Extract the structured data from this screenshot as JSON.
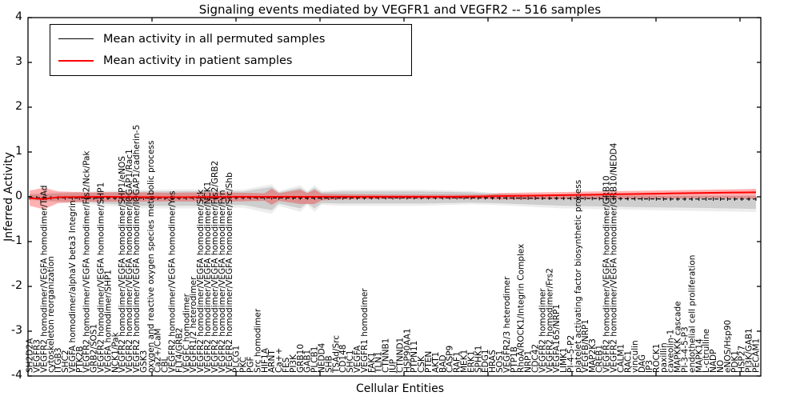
{
  "header": {
    "title": "Signaling events mediated by VEGFR1 and VEGFR2 -- 516 samples"
  },
  "axes": {
    "xlabel": "Cellular Entities",
    "ylabel": "Inferred Activity"
  },
  "legend": {
    "items": [
      {
        "label": "Mean activity in all permuted samples",
        "color": "#000000",
        "weight": 1.5
      },
      {
        "label": "Mean activity in patient samples",
        "color": "#ff0000",
        "weight": 2
      }
    ]
  },
  "chart_data": {
    "type": "line",
    "title": "Signaling events mediated by VEGFR1 and VEGFR2 -- 516 samples",
    "xlabel": "Cellular Entities",
    "ylabel": "Inferred Activity",
    "ylim": [
      -4,
      4
    ],
    "yticks": [
      4,
      3,
      2,
      1,
      0,
      -1,
      -2,
      -3,
      -4
    ],
    "grid": false,
    "legend_position": "upper-left",
    "n_points": 103,
    "categories": [
      "SH2D2A",
      "VEGFR3",
      "VEGFR2 homodimer/VEGFA homodimer/TsAd",
      "cytoskeleton reorganization",
      "ITGB3",
      "SHC2",
      "VEGFA homodimer/alphaV beta3 Integrin",
      "PTK2B",
      "VEGFR2 homodimer/VEGFA homodimer/Frs2/Nck/Pak",
      "GRB2/SOS1",
      "VEGFR2 homodimer/VEGFA homodimer/SHP1",
      "VEGFA homodimer/SHP1",
      "NCK1/Pak",
      "VEGFR2 homodimer/VEGFA homodimer/SHP1/eNOS",
      "VEGFR2 homodimer/VEGFA homodimer/IQGAP1/Rac1",
      "VEGFR2 homodimer/VEGFA homodimer/IQGAP1/cadherin-5",
      "GSK3",
      "oxygen and reactive oxygen species metabolic process",
      "Ca2+/CaM",
      "CBL",
      "VEGFR2 homodimer/VEGFA homodimer/Yes",
      "FLT4/GRB2",
      "VEGFC homodimer",
      "VEGFR1/2 heterodimer",
      "VEGFR2 homodimer/VEGFA homodimer/Sck",
      "VEGFR2 homodimer/VEGFA homodimer/NCK1",
      "VEGFR2 homodimer/VEGFA homodimer/Frs2/GRB2",
      "VEGFR2 homodimer/VEGFA homodimer/Fyn",
      "VEGFR2 homodimer/VEGFA homodimer/Src/Shb",
      "PLCG1",
      "PKC",
      "PGF",
      "Src homodimer",
      "HIF1A",
      "ARNT",
      "Ca++",
      "FES",
      "PI3K",
      "GRB10",
      "GAB1",
      "PLCB1",
      "NEDD4",
      "SHB",
      "TSAd/Src",
      "CD148",
      "SHC1",
      "VEGFA",
      "VEGFR1 homodimer",
      "FAK1",
      "TLN1",
      "CTNNB1",
      "JUP",
      "CTNND1",
      "HSP90AA1",
      "PTPN11",
      "CSK",
      "PTEN",
      "AKT1",
      "BAD",
      "CASP9",
      "RAF1",
      "MEK1",
      "ERK1",
      "SPHK1",
      "EDG1",
      "HRAS",
      "SOS1",
      "VEGFR2/3 heterodimer",
      "PTP1B",
      "RhoA/ROCK1/Integrin Complex",
      "NRP1",
      "CDC42",
      "VEGFR2 homodimer",
      "VEGFR2 homodimer/Frs2",
      "VEGFA165/NRP1",
      "LIMK1",
      "PI-4-5-P2",
      "platelet activating factor biosynthetic process",
      "VEGFB/NRP1",
      "MAP2K3",
      "CREB1",
      "VEGFR2 homodimer/VEGFA homodimer/GRB10",
      "VEGFR2 homodimer/VEGFA homodimer/GRB10/NEDD4",
      "CALM1",
      "RAC1",
      "vinculin",
      "DAG",
      "IP3",
      "ROCK1",
      "paxillin",
      "caveolin-1",
      "MAPKKK cascade",
      "PI-3-4-5-P3",
      "endothelial cell proliferation",
      "MAPK14",
      "L-citrulline",
      "NADP",
      "NO",
      "eNOS/Hsp90",
      "PDK1",
      "HSP27",
      "PI3K/GAB1",
      "PECAM1"
    ],
    "series": [
      {
        "name": "Mean activity in all permuted samples",
        "color": "#000000",
        "style": "dashed-with-tick-markers",
        "points": [
          [
            0,
            -0.02
          ],
          [
            10,
            -0.03
          ],
          [
            20,
            -0.03
          ],
          [
            30,
            -0.02
          ],
          [
            40,
            -0.03
          ],
          [
            50,
            -0.02
          ],
          [
            60,
            -0.02
          ],
          [
            70,
            -0.03
          ],
          [
            80,
            -0.04
          ],
          [
            90,
            -0.05
          ],
          [
            102,
            -0.05
          ]
        ]
      },
      {
        "name": "Mean activity in patient samples",
        "color": "#ff0000",
        "style": "solid",
        "points": [
          [
            0,
            -0.03
          ],
          [
            2,
            -0.05
          ],
          [
            4,
            -0.01
          ],
          [
            10,
            0.0
          ],
          [
            20,
            -0.01
          ],
          [
            30,
            0.0
          ],
          [
            34,
            0.0
          ],
          [
            40,
            0.0
          ],
          [
            50,
            0.0
          ],
          [
            60,
            0.0
          ],
          [
            64,
            0.01
          ],
          [
            68,
            0.02
          ],
          [
            72,
            0.03
          ],
          [
            76,
            0.04
          ],
          [
            80,
            0.05
          ],
          [
            84,
            0.06
          ],
          [
            88,
            0.07
          ],
          [
            92,
            0.08
          ],
          [
            96,
            0.09
          ],
          [
            102,
            0.1
          ]
        ]
      }
    ],
    "bands": [
      {
        "name": "permuted-range-outer",
        "color": "rgba(0,0,0,0.07)",
        "upper": [
          [
            0,
            0.07
          ],
          [
            3,
            0.1
          ],
          [
            8,
            0.12
          ],
          [
            15,
            0.16
          ],
          [
            25,
            0.17
          ],
          [
            30,
            0.16
          ],
          [
            34,
            0.28
          ],
          [
            35,
            0.13
          ],
          [
            38,
            0.26
          ],
          [
            39,
            0.13
          ],
          [
            40,
            0.26
          ],
          [
            41,
            0.13
          ],
          [
            44,
            0.16
          ],
          [
            55,
            0.16
          ],
          [
            62,
            0.13
          ],
          [
            65,
            0.09
          ],
          [
            70,
            0.06
          ],
          [
            80,
            0.04
          ],
          [
            90,
            0.03
          ],
          [
            102,
            0.03
          ]
        ],
        "lower": [
          [
            0,
            -0.08
          ],
          [
            3,
            -0.12
          ],
          [
            8,
            -0.16
          ],
          [
            15,
            -0.26
          ],
          [
            25,
            -0.26
          ],
          [
            30,
            -0.24
          ],
          [
            34,
            -0.38
          ],
          [
            35,
            -0.2
          ],
          [
            38,
            -0.34
          ],
          [
            39,
            -0.18
          ],
          [
            40,
            -0.34
          ],
          [
            41,
            -0.18
          ],
          [
            44,
            -0.2
          ],
          [
            55,
            -0.2
          ],
          [
            62,
            -0.17
          ],
          [
            65,
            -0.18
          ],
          [
            70,
            -0.22
          ],
          [
            75,
            -0.26
          ],
          [
            85,
            -0.29
          ],
          [
            95,
            -0.32
          ],
          [
            102,
            -0.34
          ]
        ]
      },
      {
        "name": "permuted-range",
        "color": "rgba(0,0,0,0.13)",
        "upper": [
          [
            0,
            0.05
          ],
          [
            3,
            0.07
          ],
          [
            8,
            0.09
          ],
          [
            15,
            0.12
          ],
          [
            25,
            0.13
          ],
          [
            30,
            0.12
          ],
          [
            34,
            0.22
          ],
          [
            35,
            0.1
          ],
          [
            38,
            0.2
          ],
          [
            39,
            0.1
          ],
          [
            40,
            0.2
          ],
          [
            41,
            0.1
          ],
          [
            44,
            0.12
          ],
          [
            55,
            0.12
          ],
          [
            62,
            0.1
          ],
          [
            65,
            0.07
          ],
          [
            70,
            0.04
          ],
          [
            80,
            0.03
          ],
          [
            90,
            0.02
          ],
          [
            102,
            0.02
          ]
        ],
        "lower": [
          [
            0,
            -0.06
          ],
          [
            3,
            -0.09
          ],
          [
            8,
            -0.12
          ],
          [
            15,
            -0.2
          ],
          [
            25,
            -0.2
          ],
          [
            30,
            -0.18
          ],
          [
            34,
            -0.3
          ],
          [
            35,
            -0.15
          ],
          [
            38,
            -0.26
          ],
          [
            39,
            -0.14
          ],
          [
            40,
            -0.26
          ],
          [
            41,
            -0.14
          ],
          [
            44,
            -0.15
          ],
          [
            55,
            -0.15
          ],
          [
            62,
            -0.13
          ],
          [
            65,
            -0.14
          ],
          [
            70,
            -0.17
          ],
          [
            75,
            -0.2
          ],
          [
            85,
            -0.23
          ],
          [
            95,
            -0.25
          ],
          [
            102,
            -0.27
          ]
        ]
      },
      {
        "name": "patient-range",
        "color": "rgba(255,0,0,0.30)",
        "upper": [
          [
            0,
            0.14
          ],
          [
            2,
            0.2
          ],
          [
            4,
            0.12
          ],
          [
            8,
            0.1
          ],
          [
            15,
            0.1
          ],
          [
            20,
            0.09
          ],
          [
            25,
            0.1
          ],
          [
            30,
            0.09
          ],
          [
            33,
            0.08
          ],
          [
            34,
            0.18
          ],
          [
            35,
            0.08
          ],
          [
            38,
            0.16
          ],
          [
            39,
            0.08
          ],
          [
            40,
            0.16
          ],
          [
            41,
            0.07
          ],
          [
            44,
            0.06
          ],
          [
            50,
            0.05
          ],
          [
            55,
            0.05
          ],
          [
            60,
            0.05
          ],
          [
            64,
            0.05
          ],
          [
            66,
            0.08
          ],
          [
            68,
            0.09
          ],
          [
            72,
            0.1
          ],
          [
            76,
            0.11
          ],
          [
            80,
            0.12
          ],
          [
            84,
            0.13
          ],
          [
            88,
            0.14
          ],
          [
            92,
            0.15
          ],
          [
            96,
            0.16
          ],
          [
            100,
            0.17
          ],
          [
            102,
            0.18
          ]
        ],
        "lower": [
          [
            0,
            -0.2
          ],
          [
            2,
            -0.28
          ],
          [
            4,
            -0.14
          ],
          [
            8,
            -0.11
          ],
          [
            15,
            -0.11
          ],
          [
            20,
            -0.1
          ],
          [
            25,
            -0.11
          ],
          [
            30,
            -0.1
          ],
          [
            33,
            -0.09
          ],
          [
            34,
            -0.18
          ],
          [
            35,
            -0.09
          ],
          [
            38,
            -0.16
          ],
          [
            40,
            -0.16
          ],
          [
            41,
            -0.08
          ],
          [
            44,
            -0.06
          ],
          [
            50,
            -0.05
          ],
          [
            55,
            -0.05
          ],
          [
            60,
            -0.05
          ],
          [
            64,
            -0.05
          ],
          [
            66,
            -0.06
          ],
          [
            70,
            -0.06
          ],
          [
            75,
            -0.05
          ],
          [
            80,
            -0.05
          ],
          [
            85,
            -0.04
          ],
          [
            90,
            -0.04
          ],
          [
            95,
            -0.03
          ],
          [
            100,
            -0.04
          ],
          [
            102,
            -0.05
          ]
        ]
      }
    ]
  }
}
